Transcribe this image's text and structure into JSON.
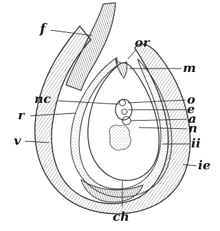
{
  "figure": {
    "labels": {
      "f": "f",
      "or": "or",
      "m": "m",
      "nc": "nc",
      "o": "o",
      "e": "e",
      "r": "r",
      "a": "a",
      "n": "n",
      "v": "v",
      "ii": "ii",
      "ie": "ie",
      "ch": "ch"
    }
  }
}
